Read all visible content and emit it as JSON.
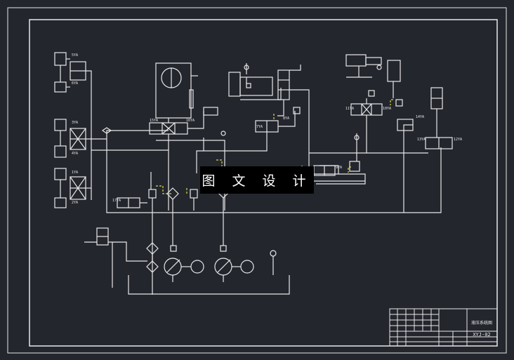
{
  "drawing": {
    "background": "#23262d",
    "line_color": "#e8e8e8",
    "accent_yellow": "#d8d84a",
    "watermark": "图 文 设 计"
  },
  "labels": {
    "v1": "5YA",
    "v2": "6YA",
    "v3": "3YA",
    "v4": "4YA",
    "v5": "1YA",
    "v6": "2YA",
    "v7": "15YA",
    "v8": "16YA",
    "v9": "8YA",
    "v10": "11YA",
    "v11": "10YA",
    "v12": "14YA",
    "v13": "13YA",
    "v14": "12YA",
    "v15": "9YA",
    "v16": "17YA",
    "v17": "7YA"
  },
  "title_block": {
    "drawing_title": "液压系统图",
    "drawing_number": "XYJ-02"
  }
}
